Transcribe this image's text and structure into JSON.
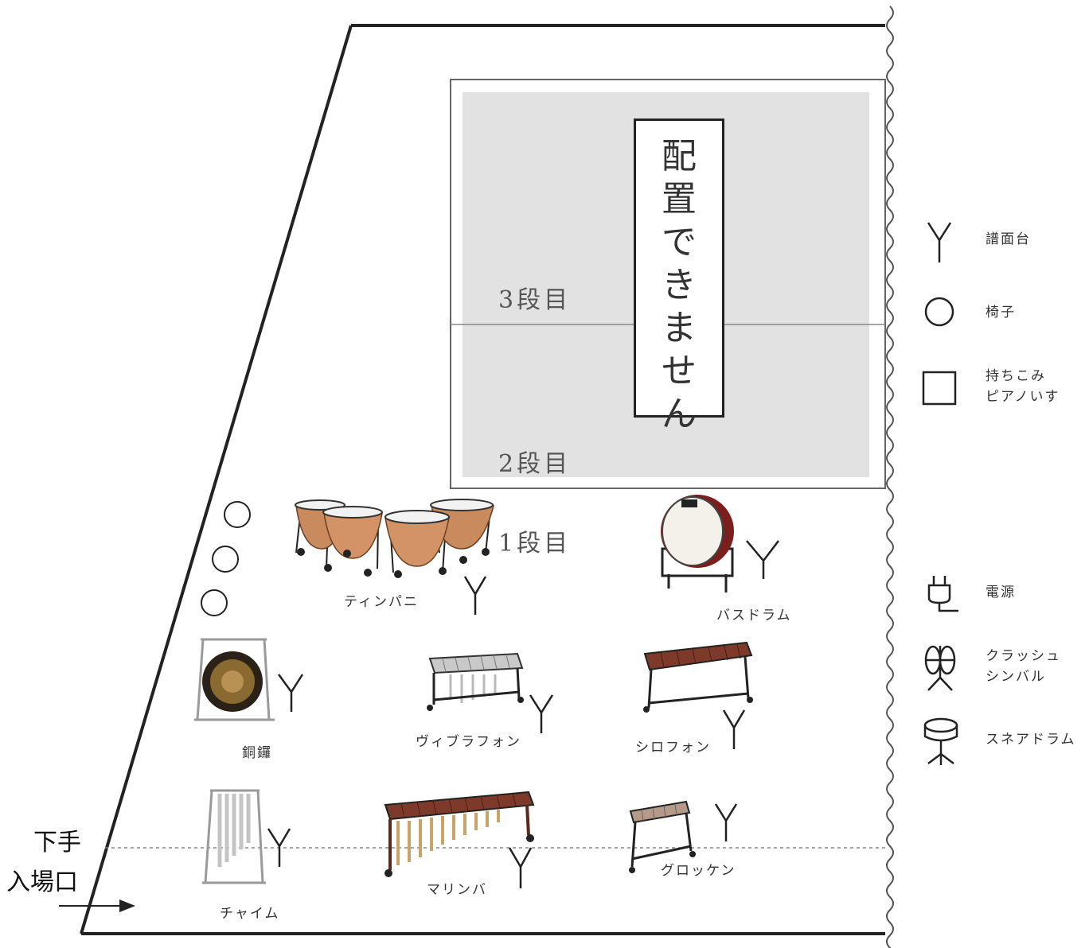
{
  "restricted_area": {
    "notice_chars": [
      "配",
      "置",
      "で",
      "き",
      "ま",
      "せ",
      "ん"
    ],
    "tier3_label": "3段目",
    "tier2_label": "2段目"
  },
  "tier1_label": "1段目",
  "instruments": {
    "timpani": "ティンパニ",
    "bass_drum": "バスドラム",
    "gong": "銅鑼",
    "vibraphone": "ヴィブラフォン",
    "xylophone": "シロフォン",
    "chimes": "チャイム",
    "marimba": "マリンバ",
    "glockenspiel": "グロッケン"
  },
  "entrance": {
    "line1": "下手",
    "line2": "入場口"
  },
  "legend": {
    "music_stand": "譜面台",
    "chair": "椅子",
    "piano_stool_line1": "持ちこみ",
    "piano_stool_line2": "ピアノいす",
    "power": "電源",
    "crash_cymbal_line1": "クラッシュ",
    "crash_cymbal_line2": "シンバル",
    "snare_drum": "スネアドラム"
  },
  "colors": {
    "restricted_fill": "#e2e2e2",
    "timpani_copper": "#c98a5e",
    "bass_drum_red": "#7a1e1e",
    "bar_rosewood": "#7d3a2a",
    "gong_bronze": "#8a6a30"
  }
}
